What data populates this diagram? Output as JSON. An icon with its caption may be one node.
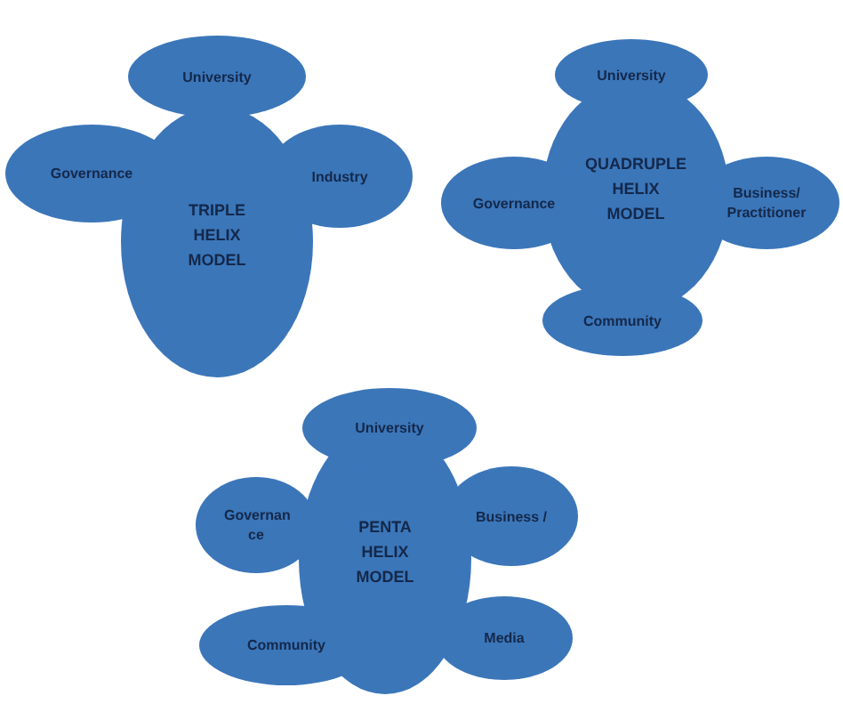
{
  "diagram": {
    "nodes": [
      {
        "text": [
          "TRIPLE HELIX MODEL"
        ]
      },
      {
        "text": [
          "University"
        ]
      },
      {
        "text": [
          "Governance"
        ]
      },
      {
        "text": [
          "Industry"
        ]
      },
      {
        "text": [
          "QUADRUPLE HELIX MODEL"
        ]
      },
      {
        "text": [
          "University"
        ]
      },
      {
        "text": [
          "Governance"
        ]
      },
      {
        "text": [
          "Business/ Practitioner"
        ]
      },
      {
        "text": [
          "Community"
        ]
      },
      {
        "text": [
          "PENTA HELIX MODEL"
        ]
      },
      {
        "text": [
          "University"
        ]
      },
      {
        "text": [
          "Governan ce"
        ]
      },
      {
        "text": [
          "Business /"
        ]
      },
      {
        "text": [
          "Community"
        ]
      },
      {
        "text": [
          "Media"
        ]
      }
    ]
  }
}
